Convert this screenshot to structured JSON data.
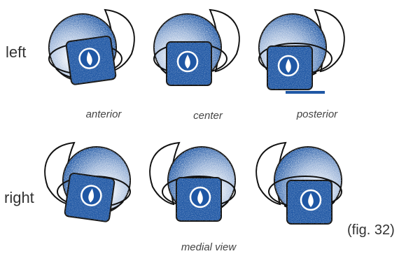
{
  "rows": {
    "top_label": "left",
    "bottom_label": "right"
  },
  "captions": {
    "anterior": "anterior",
    "center": "center",
    "posterior": "posterior",
    "medial": "medial view"
  },
  "figure_number": "(fig. 32)",
  "colors": {
    "blue": "#1f57a4",
    "outline": "#111111",
    "background": "#ffffff"
  },
  "icons": [
    "vertebra-illustration"
  ]
}
